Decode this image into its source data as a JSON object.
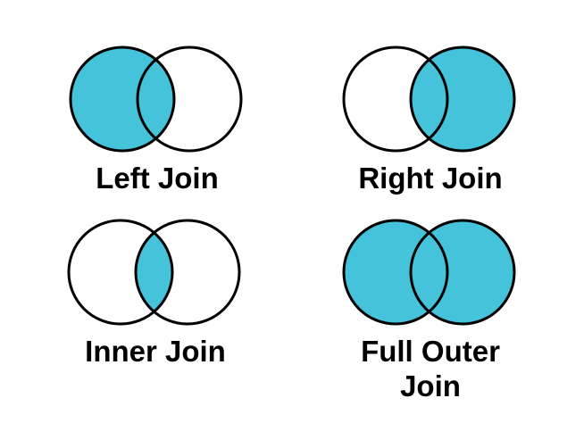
{
  "page": {
    "background": "#ffffff",
    "description": "SQL join types illustrated as Venn diagrams"
  },
  "colors": {
    "fill": "#45C3DB",
    "stroke": "#000000",
    "label_text": "#000000",
    "empty_circle": "none"
  },
  "diagrams": [
    {
      "id": "left-join",
      "label": "Left Join",
      "left_filled": true,
      "right_filled": false,
      "intersection_filled": true
    },
    {
      "id": "right-join",
      "label": "Right Join",
      "left_filled": false,
      "right_filled": true,
      "intersection_filled": true
    },
    {
      "id": "inner-join",
      "label": "Inner Join",
      "left_filled": false,
      "right_filled": false,
      "intersection_filled": true
    },
    {
      "id": "full-outer-join",
      "label": "Full Outer Join",
      "left_filled": true,
      "right_filled": true,
      "intersection_filled": true
    }
  ]
}
